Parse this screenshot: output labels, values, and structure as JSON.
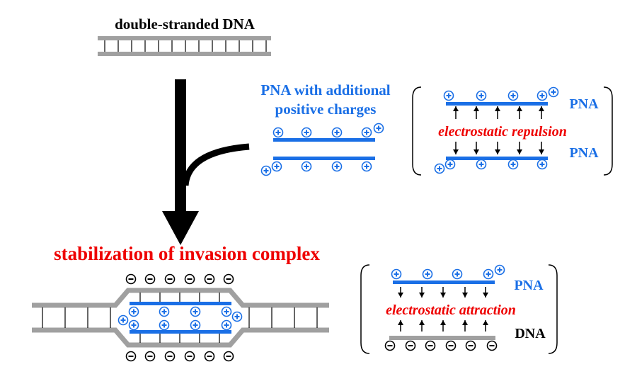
{
  "labels": {
    "dsdna_title": "double-stranded DNA",
    "pna_line1": "PNA with additional",
    "pna_line2": "positive charges",
    "repulsion": "electrostatic repulsion",
    "pna_top": "PNA",
    "pna_bottom": "PNA",
    "stabilization": "stabilization of invasion complex",
    "attraction": "electrostatic attraction",
    "pna_attr": "PNA",
    "dna_attr": "DNA"
  },
  "symbols": {
    "plus": "+",
    "minus": "−"
  },
  "colors": {
    "black": "#000000",
    "gray": "#a0a0a0",
    "blue": "#1a6fe6",
    "red": "#ee0000"
  }
}
